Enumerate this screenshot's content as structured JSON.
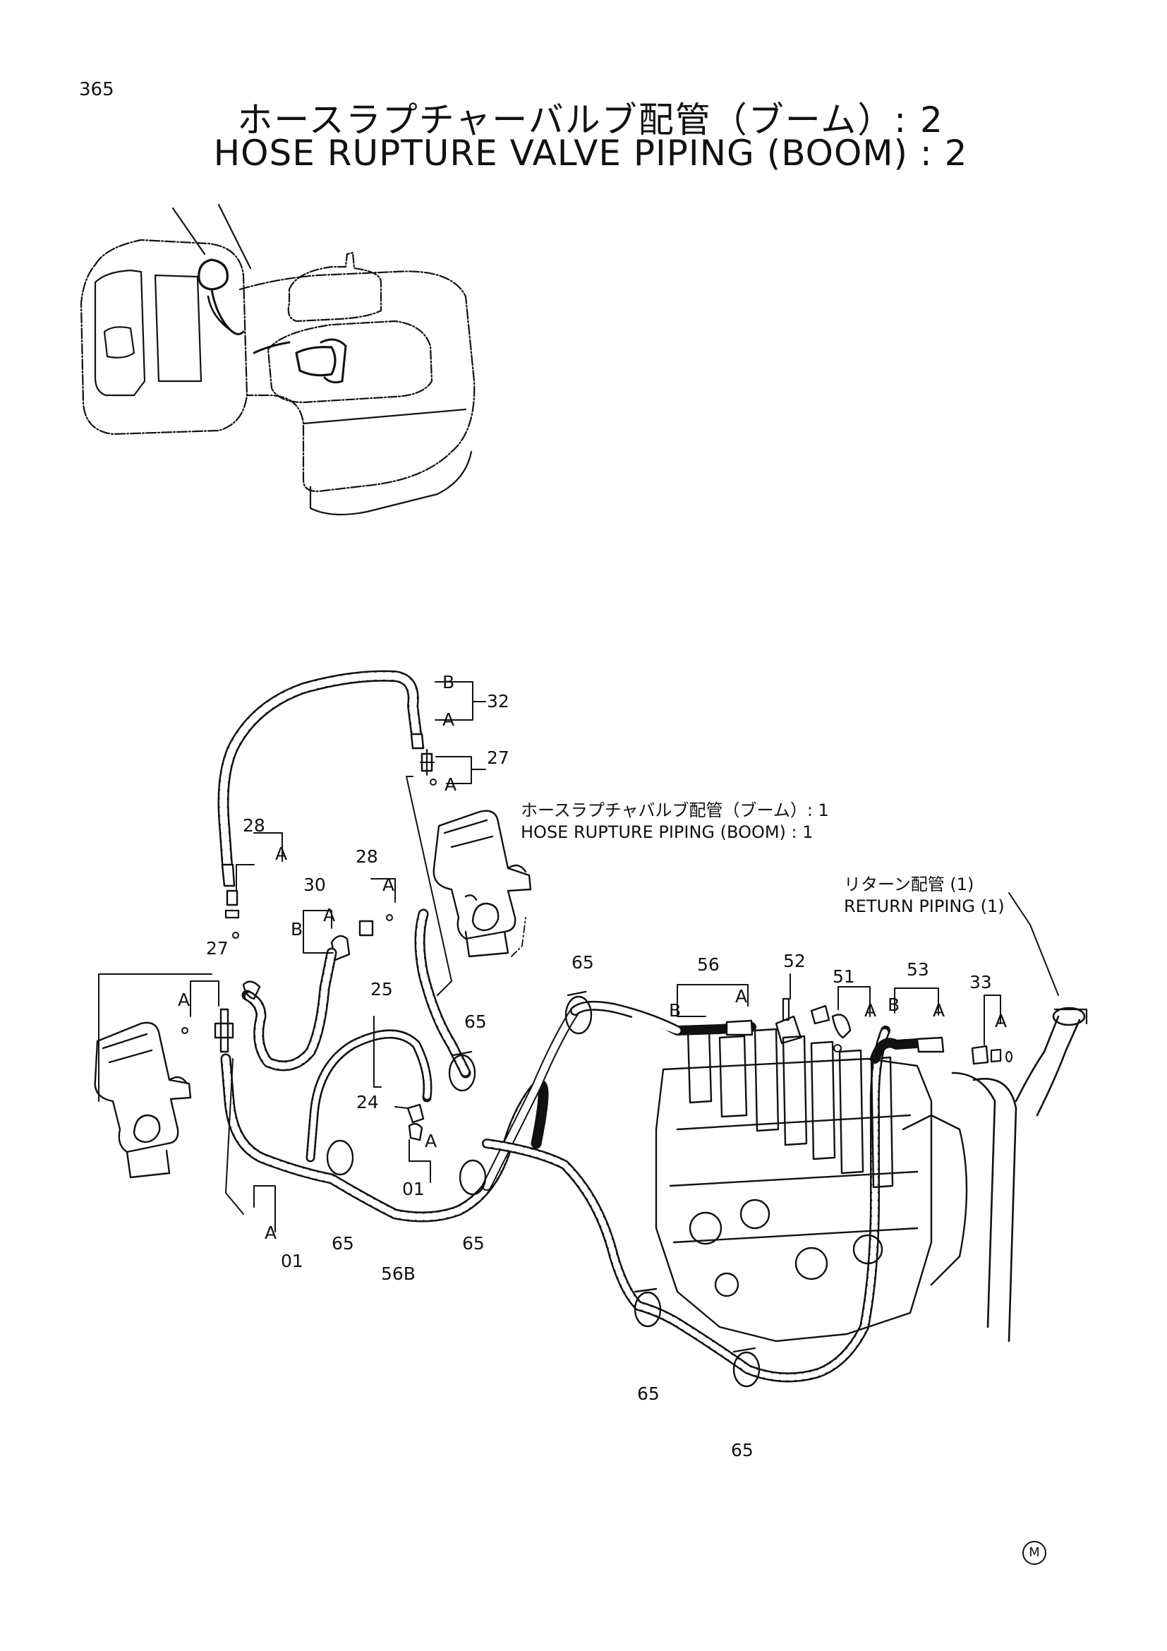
{
  "page_number": "365",
  "title_jp": "ホースラプチャーバルブ配管（ブーム）: 2",
  "title_en": "HOSE RUPTURE VALVE PIPING (BOOM) : 2",
  "note_1": {
    "jp": "ホースラプチャバルブ配管（ブーム）: 1",
    "en": "HOSE RUPTURE PIPING (BOOM) : 1"
  },
  "note_2": {
    "jp": "リターン配管 (1)",
    "en": "RETURN PIPING (1)"
  },
  "callouts": {
    "c32": "32",
    "c27a": "27",
    "c28a": "28",
    "c28b": "28",
    "c30": "30",
    "c27b": "27",
    "c25": "25",
    "c65a": "65",
    "c24": "24",
    "c01a": "01",
    "c01b": "01",
    "c65b": "65",
    "c56b": "56B",
    "c65c": "65",
    "c65d": "65",
    "c56": "56",
    "c52": "52",
    "c51": "51",
    "c53": "53",
    "c33": "33",
    "c65e": "65",
    "c65f": "65",
    "c65g": "65"
  },
  "letters": {
    "a": "A",
    "b": "B"
  },
  "mark": "M"
}
